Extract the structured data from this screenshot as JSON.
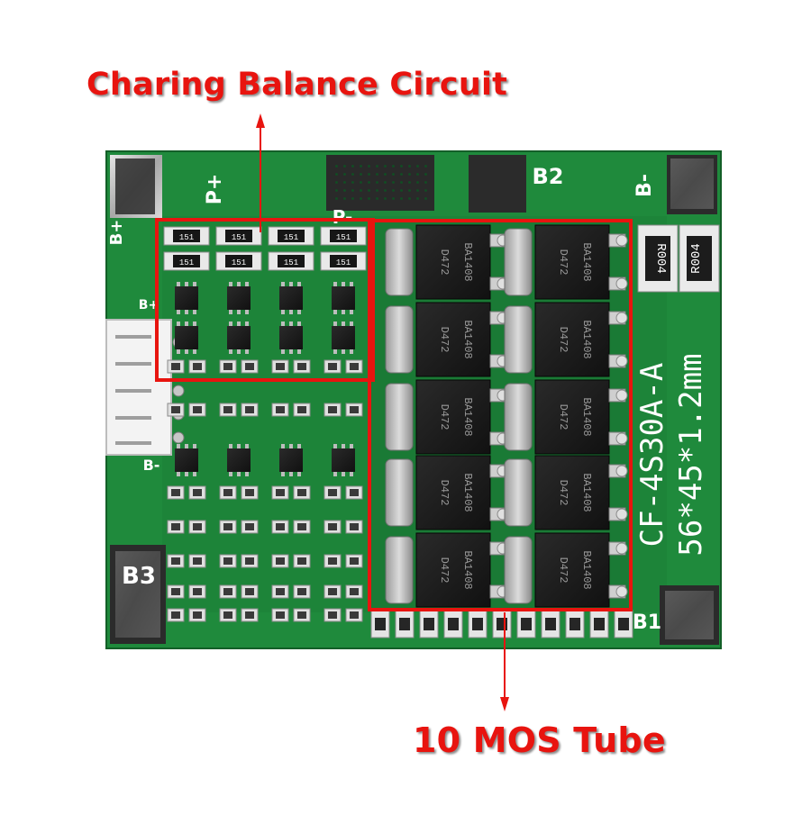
{
  "callouts": {
    "balance_label": "Charing Balance Circuit",
    "mos_label": "10 MOS Tube"
  },
  "board": {
    "pad_labels": {
      "p_plus": "P+",
      "p_minus": "P-",
      "b_plus": "B+",
      "b_minus": "B-",
      "b2": "B2",
      "b_minus_top": "B-",
      "b3": "B3",
      "b1": "B1"
    },
    "model_text": "CF-4S30A-A",
    "size_text": "56*45*1.2mm",
    "shunt_marking": "R004",
    "resistor_marking": "151",
    "mosfet_markings": [
      "D472",
      "BA1408"
    ]
  },
  "colors": {
    "pcb_green": "#1f8a3c",
    "pcb_dark": "#14682c",
    "highlight_red": "#e8140f",
    "silkscreen": "#ffffff",
    "pad_metal": "#c9c9c9",
    "chip_black": "#1b1b1b"
  }
}
